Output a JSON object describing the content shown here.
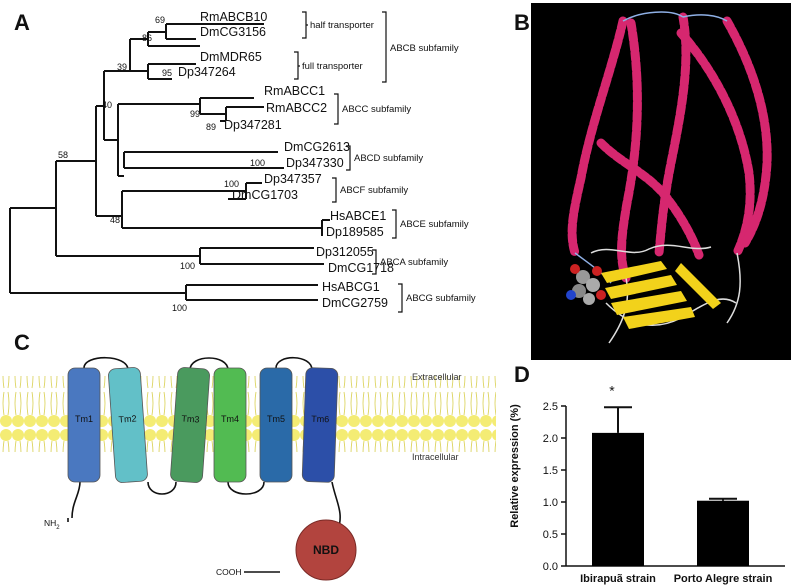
{
  "panels": {
    "a": {
      "letter": "A"
    },
    "b": {
      "letter": "B"
    },
    "c": {
      "letter": "C"
    },
    "d": {
      "letter": "D"
    }
  },
  "tree": {
    "taxa": [
      "RmABCB10",
      "DmCG3156",
      "DmMDR65",
      "Dp347264",
      "RmABCC1",
      "RmABCC2",
      "Dp347281",
      "DmCG2613",
      "Dp347330",
      "Dp347357",
      "DmCG1703",
      "HsABCE1",
      "Dp189585",
      "Dp312055",
      "DmCG1718",
      "HsABCG1",
      "DmCG2759"
    ],
    "bootstrap": [
      "69",
      "86",
      "95",
      "39",
      "99",
      "89",
      "40",
      "58",
      "100",
      "100",
      "48",
      "100",
      "100"
    ],
    "groups": {
      "half_transporter": "half transporter",
      "full_transporter": "full transporter",
      "abcb": "ABCB subfamily",
      "abcc": "ABCC subfamily",
      "abcd": "ABCD subfamily",
      "abcf": "ABCF subfamily",
      "abce": "ABCE subfamily",
      "abca": "ABCA subfamily",
      "abcg": "ABCG subfamily"
    }
  },
  "structure": {
    "background": "#000000",
    "helix_color": "#d6276f",
    "sheet_color": "#f2d21b"
  },
  "membrane": {
    "extracellular": "Extracellular",
    "intracellular": "Intracellular",
    "segments": [
      "Tm1",
      "Tm2",
      "Tm3",
      "Tm4",
      "Tm5",
      "Tm6"
    ],
    "segment_colors": [
      "#4a78c0",
      "#62c0c8",
      "#4a9a5e",
      "#52bb52",
      "#2a6aa8",
      "#2c4fa8"
    ],
    "n_terminus": "NH",
    "n_sub": "2",
    "c_terminus": "COOH",
    "nbd": "NBD",
    "nbd_color": "#b2443e",
    "lipid_color": "#f4ec74"
  },
  "chart_data": {
    "type": "bar",
    "categories": [
      "Ibirapuã strain",
      "Porto Alegre strain"
    ],
    "values": [
      2.08,
      1.02
    ],
    "errors": [
      0.4,
      0.03
    ],
    "ylabel": "Relative expression (%)",
    "ylim": [
      0,
      2.5
    ],
    "yticks": [
      "0.0",
      "0.5",
      "1.0",
      "1.5",
      "2.0",
      "2.5"
    ],
    "annotation": "*",
    "bar_color": "#000000"
  }
}
